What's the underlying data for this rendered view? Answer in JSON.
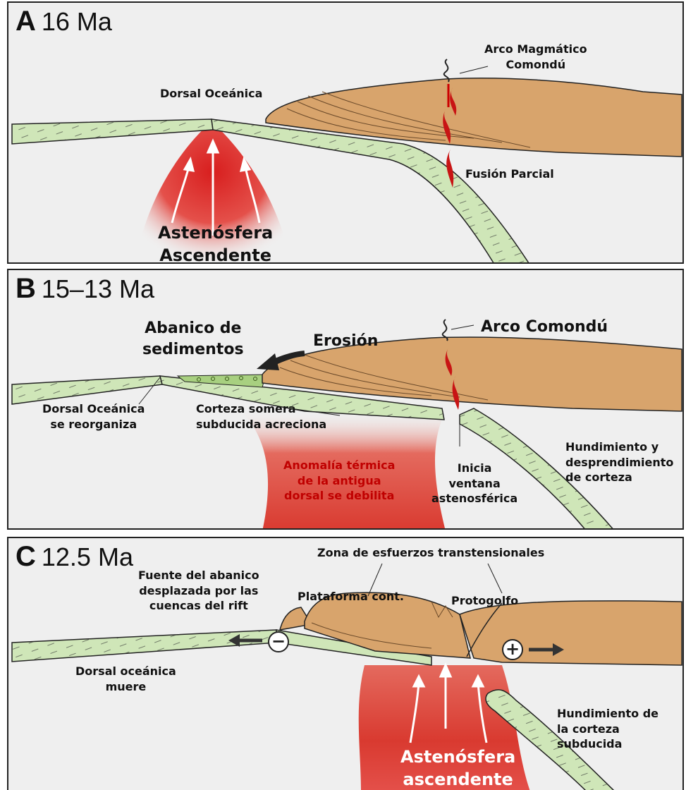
{
  "panel_a": {
    "letter": "A",
    "age": "16 Ma",
    "labels": {
      "arc": [
        "Arco Magmático",
        "Comondú"
      ],
      "ridge": "Dorsal Oceánica",
      "melt": "Fusión Parcial",
      "asthenosphere": [
        "Astenósfera",
        "Ascendente"
      ]
    }
  },
  "panel_b": {
    "letter": "B",
    "age": "15–13 Ma",
    "labels": {
      "fan": [
        "Abanico de",
        "sedimentos"
      ],
      "erosion": "Erosión",
      "arc": "Arco Comondú",
      "ridge_reorg": [
        "Dorsal Oceánica",
        "se reorganiza"
      ],
      "accretion": [
        "Corteza somera",
        "subducida acreciona"
      ],
      "thermal": [
        "Anomalía térmica",
        "de la antigua",
        "dorsal se debilita"
      ],
      "window": [
        "Inicia",
        "ventana",
        "astenosférica"
      ],
      "sinking": [
        "Hundimiento y",
        "desprendimiento",
        "de corteza"
      ]
    }
  },
  "panel_c": {
    "letter": "C",
    "age": "12.5 Ma",
    "labels": {
      "stress_zone": "Zona de esfuerzos transtensionales",
      "fan_source": [
        "Fuente del abanico",
        "desplazada por las",
        "cuencas del rift"
      ],
      "platform": "Plataforma cont.",
      "protogulf": "Protogolfo",
      "ridge_dies": [
        "Dorsal oceánica",
        "muere"
      ],
      "sinking": [
        "Hundimiento de",
        "la corteza",
        "subducida"
      ],
      "asthenosphere": [
        "Astenósfera",
        "ascendente"
      ],
      "minus_symbol": "−",
      "plus_symbol": "+"
    }
  },
  "colors": {
    "oceanic_crust": "#cfe6b8",
    "continental_crust": "#d8a46c",
    "asthenosphere": "#e0302e",
    "background": "#efefef",
    "sediment": "#a8d080"
  }
}
